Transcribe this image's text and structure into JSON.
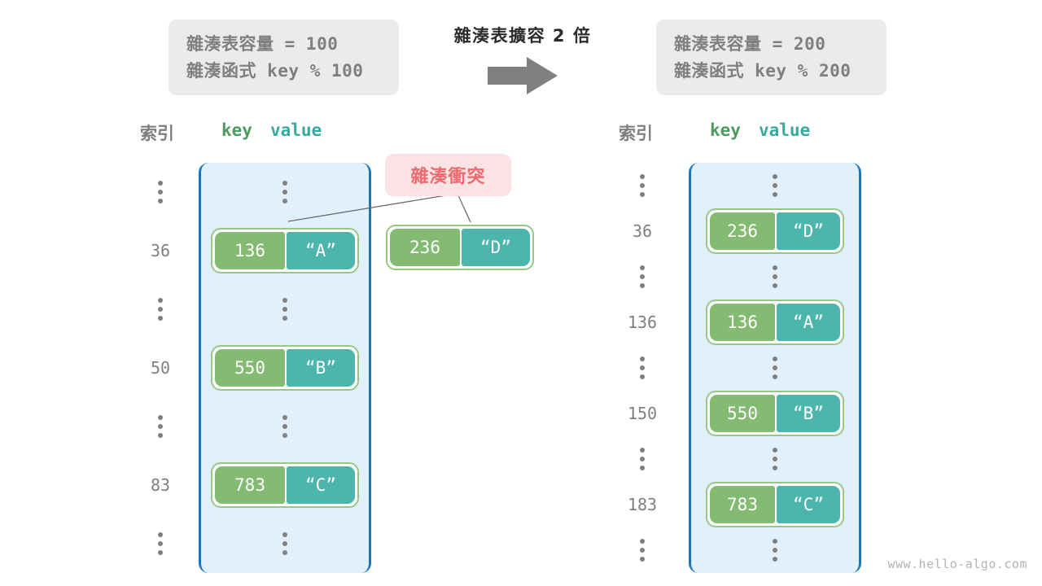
{
  "watermark": "www.hello-algo.com",
  "transition": {
    "title": "雜湊表擴容 2 倍",
    "arrow_icon": "right-arrow-icon"
  },
  "before": {
    "caption": {
      "capacity_line": "雜湊表容量 = 100",
      "function_line": "雜湊函式 key % 100"
    },
    "headers": {
      "index": "索引",
      "key": "key",
      "value": "value"
    },
    "rows": [
      {
        "index": "⋮",
        "type": "ellipsis"
      },
      {
        "index": "36",
        "type": "entry",
        "key": "136",
        "value": "“A”"
      },
      {
        "index": "⋮",
        "type": "ellipsis"
      },
      {
        "index": "50",
        "type": "entry",
        "key": "550",
        "value": "“B”"
      },
      {
        "index": "⋮",
        "type": "ellipsis"
      },
      {
        "index": "83",
        "type": "entry",
        "key": "783",
        "value": "“C”"
      },
      {
        "index": "⋮",
        "type": "ellipsis"
      }
    ]
  },
  "collision": {
    "badge_label": "雜湊衝突",
    "floating_entry": {
      "key": "236",
      "value": "“D”"
    }
  },
  "after": {
    "caption": {
      "capacity_line": "雜湊表容量 = 200",
      "function_line": "雜湊函式 key % 200"
    },
    "headers": {
      "index": "索引",
      "key": "key",
      "value": "value"
    },
    "rows": [
      {
        "index": "⋮",
        "type": "ellipsis"
      },
      {
        "index": "36",
        "type": "entry",
        "key": "236",
        "value": "“D”"
      },
      {
        "index": "⋮",
        "type": "ellipsis"
      },
      {
        "index": "136",
        "type": "entry",
        "key": "136",
        "value": "“A”"
      },
      {
        "index": "⋮",
        "type": "ellipsis"
      },
      {
        "index": "150",
        "type": "entry",
        "key": "550",
        "value": "“B”"
      },
      {
        "index": "⋮",
        "type": "ellipsis"
      },
      {
        "index": "183",
        "type": "entry",
        "key": "783",
        "value": "“C”"
      },
      {
        "index": "⋮",
        "type": "ellipsis"
      }
    ]
  },
  "colors": {
    "key_cell": "#82bb71",
    "value_cell": "#4cb5ac",
    "bucket_fill": "#e2f0fb",
    "bucket_border": "#1678c2",
    "collision_bg": "#fbe3e5",
    "collision_text": "#ef6a6f",
    "caption_bg": "#ebebeb",
    "caption_text": "#7f7f7f",
    "arrow": "#808080"
  }
}
